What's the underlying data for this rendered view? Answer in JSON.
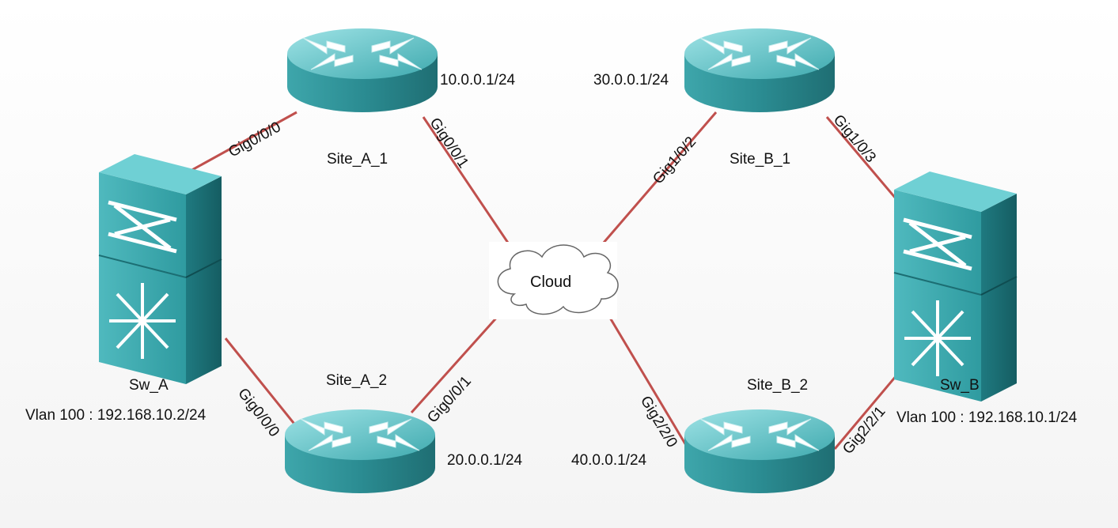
{
  "nodes": {
    "site_a_1": {
      "name": "Site_A_1",
      "ip": "10.0.0.1/24"
    },
    "site_a_2": {
      "name": "Site_A_2",
      "ip": "20.0.0.1/24"
    },
    "site_b_1": {
      "name": "Site_B_1",
      "ip": "30.0.0.1/24"
    },
    "site_b_2": {
      "name": "Site_B_2",
      "ip": "40.0.0.1/24"
    },
    "sw_a": {
      "name": "Sw_A",
      "vlan": "Vlan 100 : 192.168.10.2/24"
    },
    "sw_b": {
      "name": "Sw_B",
      "vlan": "Vlan 100 : 192.168.10.1/24"
    },
    "cloud": {
      "name": "Cloud"
    }
  },
  "ports": {
    "a1_to_swa": "Gig0/0/0",
    "a1_to_cloud": "Gig0/0/1",
    "a2_to_swa": "Gig0/0/0",
    "a2_to_cloud": "Gig0/0/1",
    "b1_to_cloud": "Gig1/0/2",
    "b1_to_swb": "Gig1/0/3",
    "b2_to_cloud": "Gig2/2/0",
    "b2_to_swb": "Gig2/2/1"
  },
  "colors": {
    "link": "#c0504d",
    "device_top": "#5fc4c8",
    "device_side": "#2a8a90"
  },
  "icons": {
    "router": "router-icon",
    "switch": "layer3-switch-icon",
    "cloud": "cloud-icon"
  }
}
